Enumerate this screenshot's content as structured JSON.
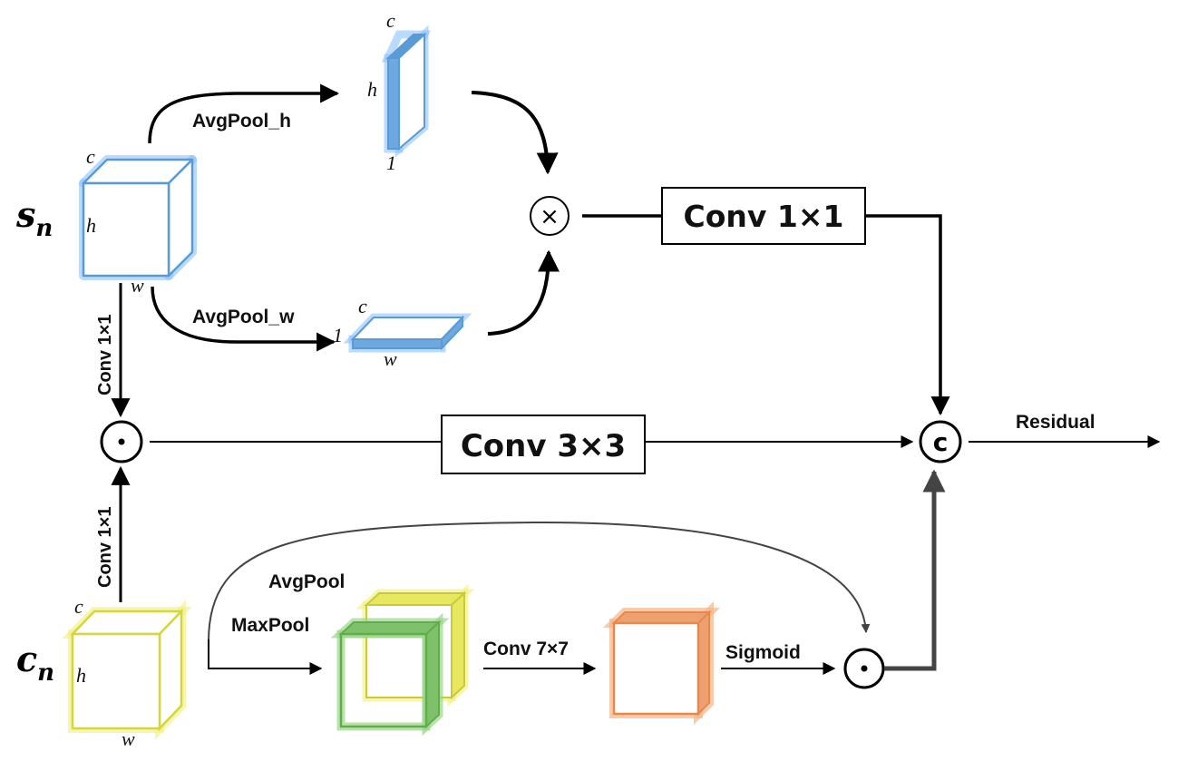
{
  "inputs": {
    "s_main": "s",
    "s_sub": "n",
    "c_main": "c",
    "c_sub": "n"
  },
  "dims": {
    "c": "c",
    "h": "h",
    "w": "w",
    "one": "1"
  },
  "ops": {
    "avgpool_h": "AvgPool_h",
    "avgpool_w": "AvgPool_w",
    "conv1x1": "Conv 1×1",
    "conv3x3": "Conv 3×3",
    "conv7x7": "Conv 7×7",
    "avgpool": "AvgPool",
    "maxpool": "MaxPool",
    "sigmoid": "Sigmoid",
    "residual": "Residual"
  },
  "symbols": {
    "multiply": "×",
    "dot": "·",
    "concat": "c"
  },
  "colors": {
    "blue": "#5b9bd5",
    "blue_glow": "#8ec2ff",
    "yellow": "#e2e24a",
    "yellow_glow": "#f2f28a",
    "green": "#5fae4a",
    "green_glow": "#9bd58a",
    "orange": "#e8894a",
    "orange_glow": "#f5b58a"
  }
}
